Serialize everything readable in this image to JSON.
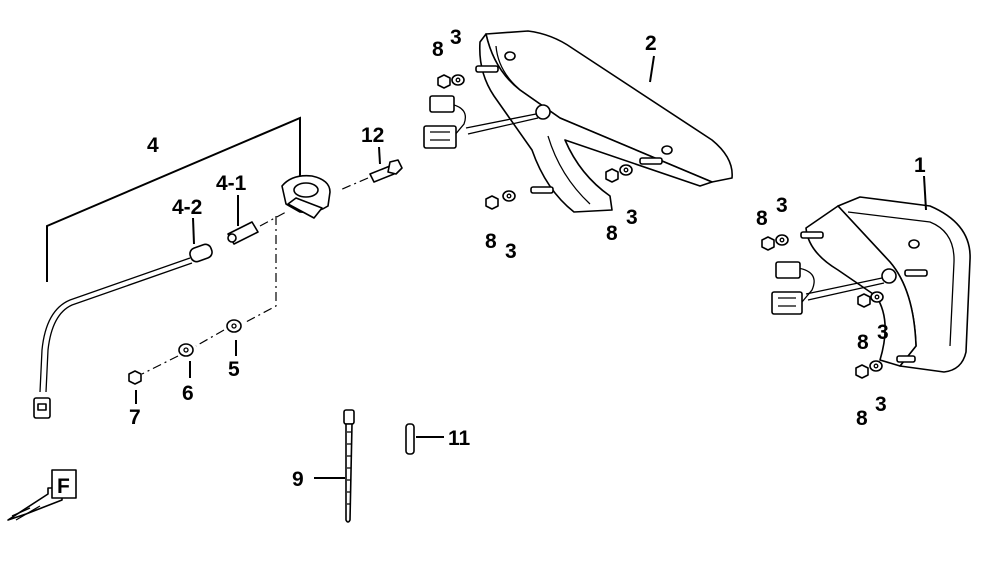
{
  "diagram": {
    "callouts": {
      "c1": "1",
      "c2": "2",
      "c3a": "3",
      "c3b": "3",
      "c3c": "3",
      "c3d": "3",
      "c3e": "3",
      "c3f": "3",
      "c4": "4",
      "c4_1": "4-1",
      "c4_2": "4-2",
      "c5": "5",
      "c6": "6",
      "c7": "7",
      "c8a": "8",
      "c8b": "8",
      "c8c": "8",
      "c8d": "8",
      "c8e": "8",
      "c8f": "8",
      "c9": "9",
      "c11": "11",
      "c12": "12"
    },
    "front_mark": "F",
    "icons": [
      "front-direction-arrow-icon"
    ]
  }
}
